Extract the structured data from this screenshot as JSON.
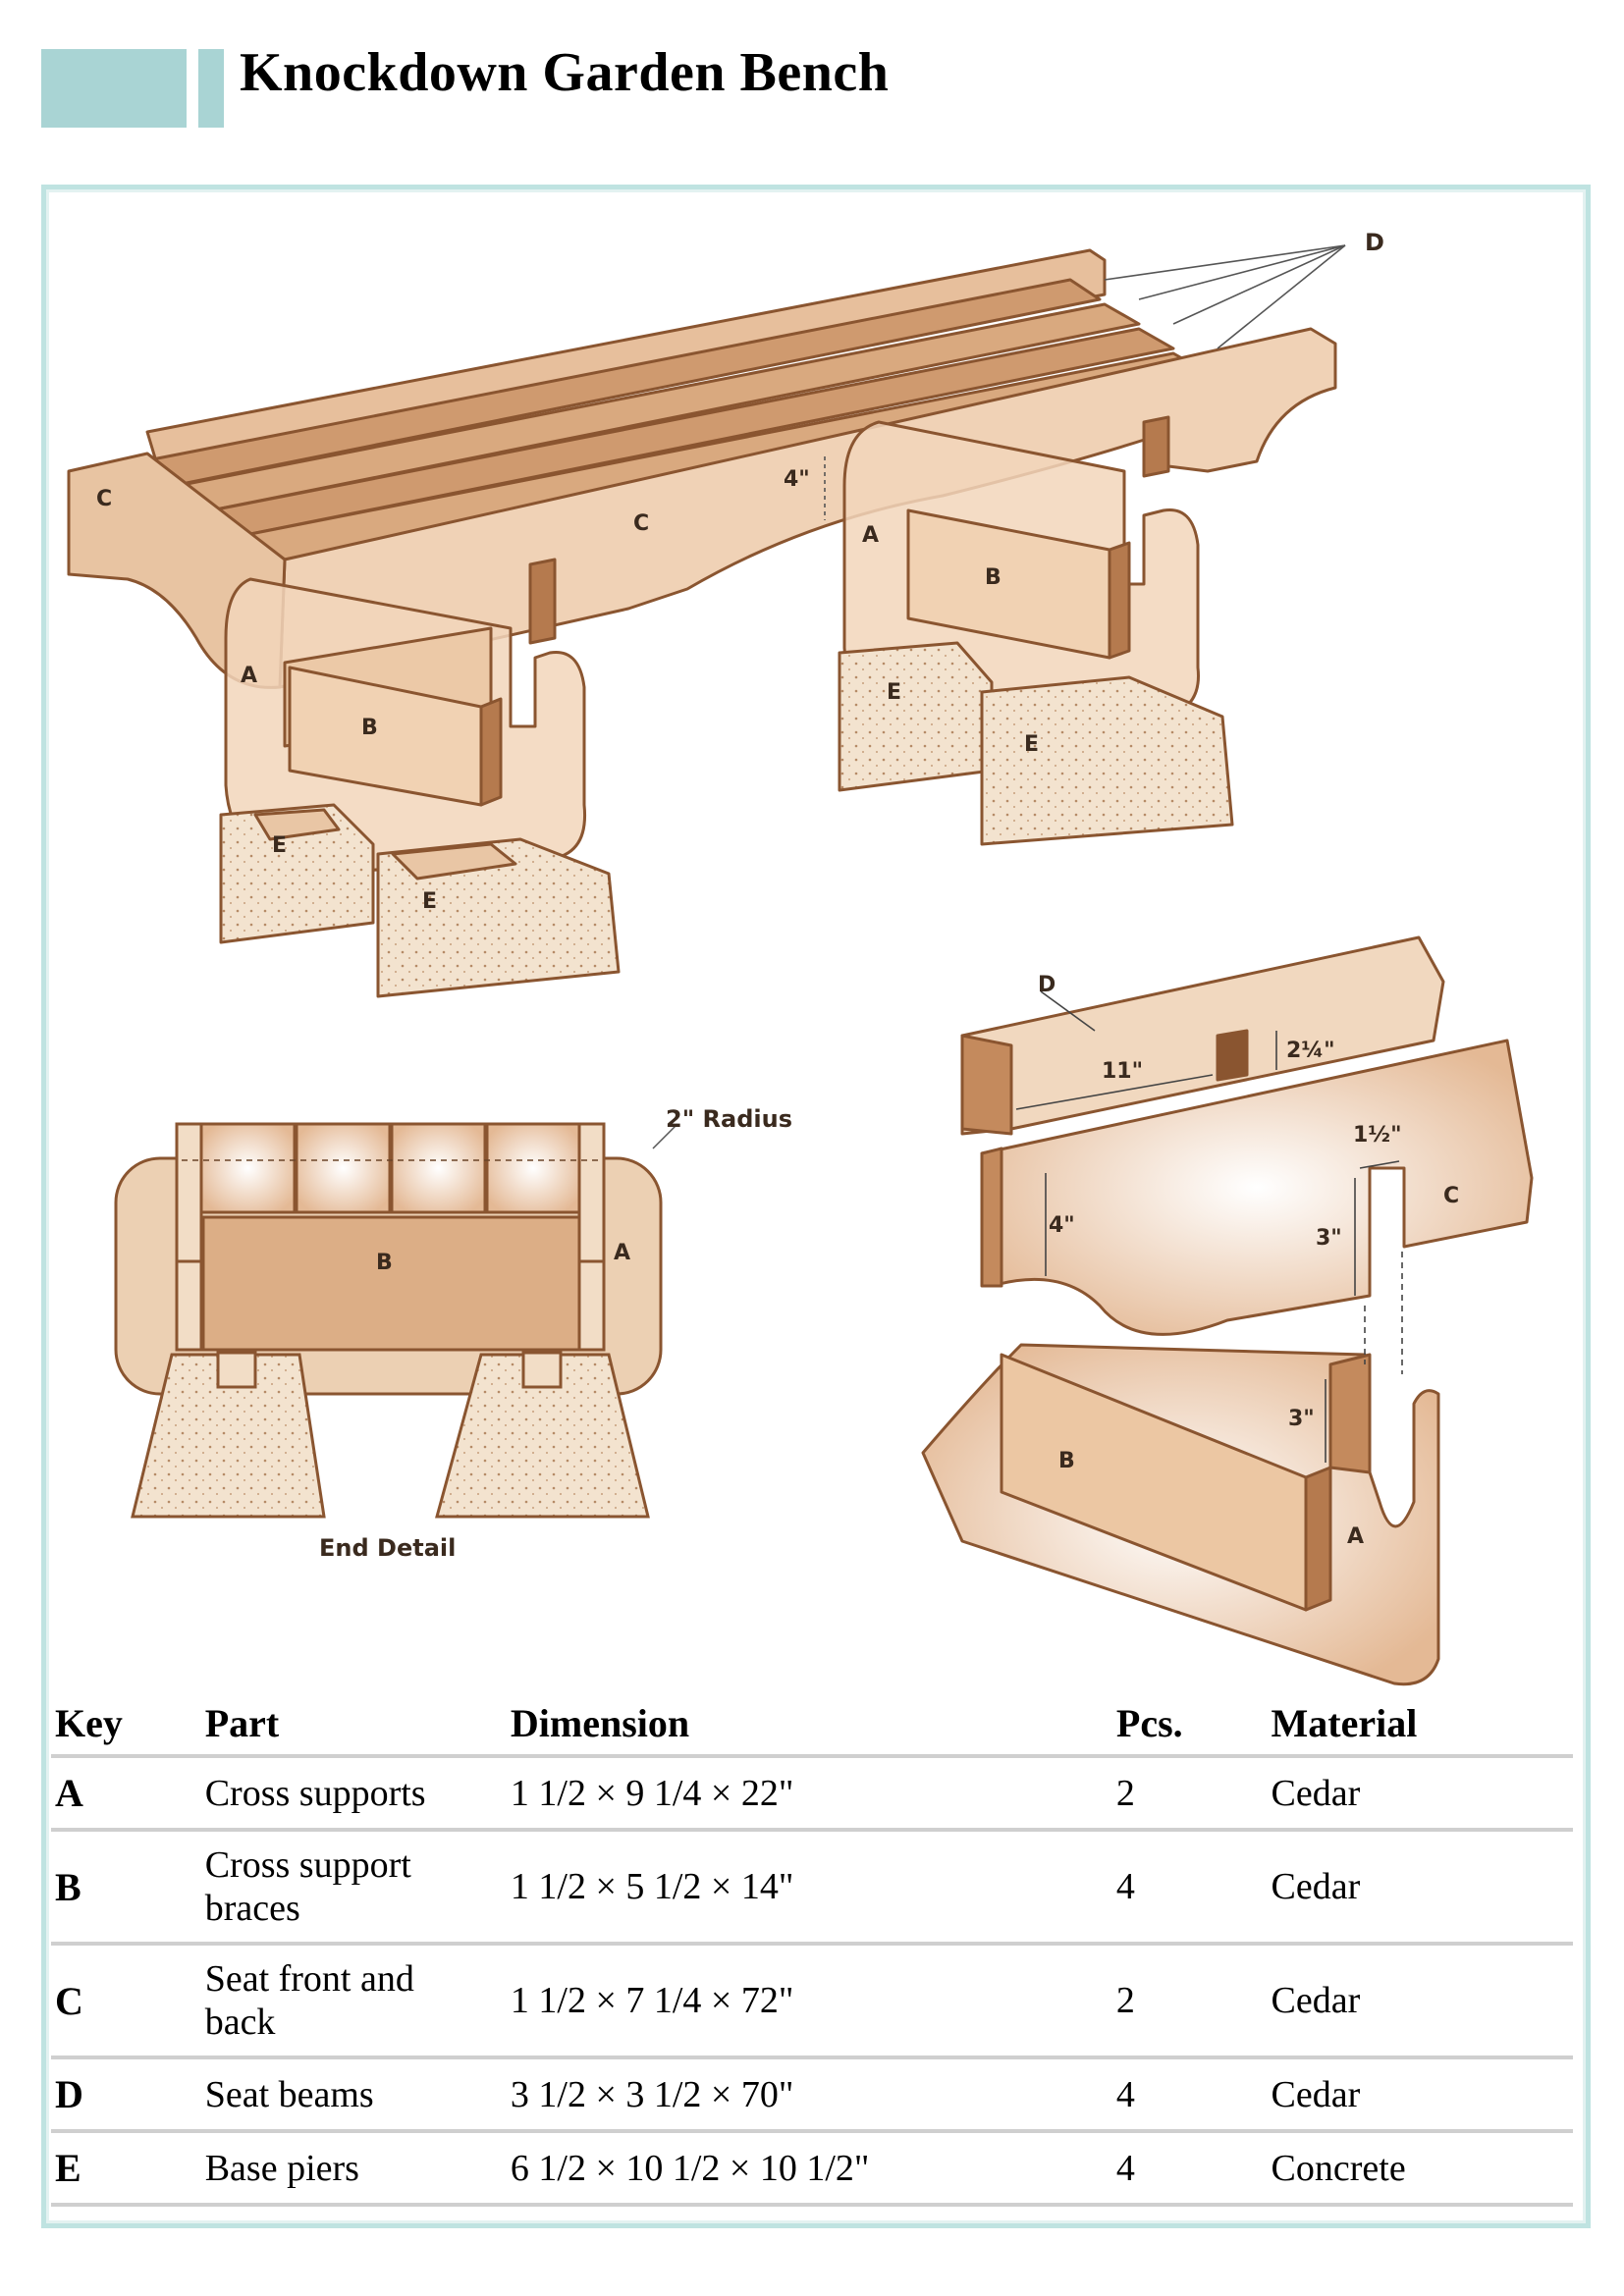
{
  "header": {
    "title": "Knockdown Garden Bench"
  },
  "diagram": {
    "labels": {
      "d_top": "D",
      "c_left": "C",
      "c_mid": "C",
      "rise": "4\"",
      "a_right": "A",
      "b_right": "B",
      "a_left": "A",
      "b_left": "B",
      "e1": "E",
      "e2": "E",
      "e3": "E",
      "e4": "E",
      "radius": "2\" Radius",
      "end_b": "B",
      "end_a": "A",
      "end_detail": "End Detail",
      "det_d": "D",
      "det_11": "11\"",
      "det_2q": "2¼\"",
      "det_1h": "1½\"",
      "det_c": "C",
      "det_4": "4\"",
      "det_3a": "3\"",
      "det_3b": "3\"",
      "det_b": "B",
      "det_a": "A"
    },
    "colors": {
      "wood_light": "#f3dcc4",
      "wood_mid": "#dcae86",
      "wood_dark": "#b57a4e",
      "outline": "#8a5530",
      "concrete": "#f1e2cd"
    }
  },
  "table": {
    "headers": [
      "Key",
      "Part",
      "Dimension",
      "Pcs.",
      "Material"
    ],
    "rows": [
      {
        "key": "A",
        "part": "Cross supports",
        "dimension": "1 1/2 × 9 1/4 × 22\"",
        "pcs": "2",
        "material": "Cedar"
      },
      {
        "key": "B",
        "part": "Cross support braces",
        "dimension": "1 1/2 × 5 1/2 × 14\"",
        "pcs": "4",
        "material": "Cedar"
      },
      {
        "key": "C",
        "part": "Seat front and back",
        "dimension": "1 1/2 × 7 1/4 × 72\"",
        "pcs": "2",
        "material": "Cedar"
      },
      {
        "key": "D",
        "part": "Seat beams",
        "dimension": "3 1/2 × 3 1/2 × 70\"",
        "pcs": "4",
        "material": "Cedar"
      },
      {
        "key": "E",
        "part": "Base piers",
        "dimension": "6 1/2 × 10 1/2 × 10 1/2\"",
        "pcs": "4",
        "material": "Concrete"
      }
    ]
  }
}
